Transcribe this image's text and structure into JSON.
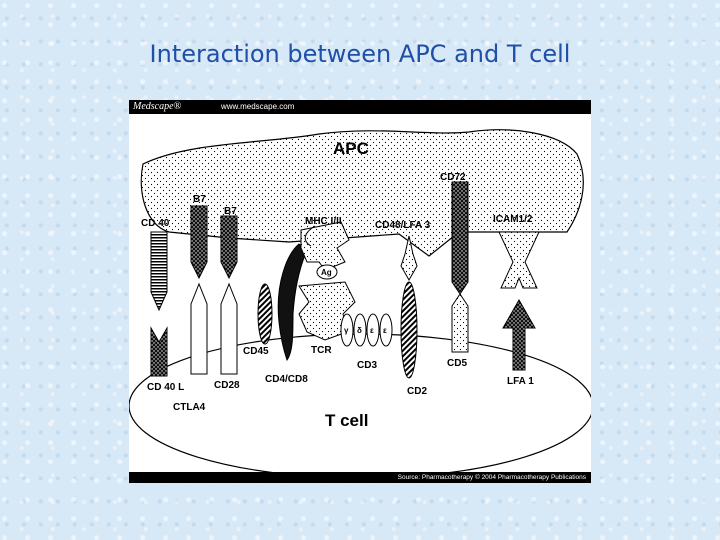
{
  "slide": {
    "title": "Interaction between APC and T cell"
  },
  "figure": {
    "brand": "Medscape®",
    "url": "www.medscape.com",
    "source": "Source: Pharmacotherapy © 2004 Pharmacotherapy Publications",
    "labels": {
      "apc": "APC",
      "t_cell": "T cell",
      "cd40": "CD 40",
      "cd40l": "CD 40 L",
      "b7_a": "B7",
      "b7_b": "B7",
      "ctla4": "CTLA4",
      "cd28": "CD28",
      "mhc": "MHC I/II",
      "ag": "Ag",
      "tcr": "TCR",
      "cd45": "CD45",
      "cd4cd8": "CD4/CD8",
      "cd3": "CD3",
      "cd3_gamma": "γ",
      "cd3_delta": "δ",
      "cd3_epsilon": "ε",
      "cd3_epsilon2": "ε",
      "cd48": "CD48/LFA 3",
      "cd2": "CD2",
      "cd72": "CD72",
      "cd5": "CD5",
      "icam": "ICAM1/2",
      "lfa1": "LFA 1"
    }
  }
}
